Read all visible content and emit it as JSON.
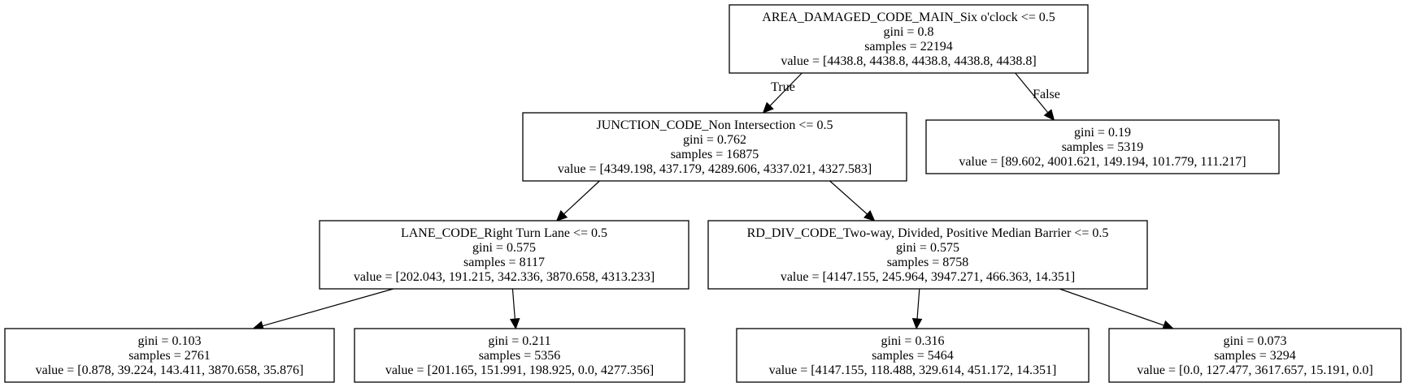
{
  "tree": {
    "nodes": [
      {
        "id": "root",
        "lines": [
          "AREA_DAMAGED_CODE_MAIN_Six o'clock <= 0.5",
          "gini = 0.8",
          "samples = 22194",
          "value = [4438.8, 4438.8, 4438.8, 4438.8, 4438.8]"
        ]
      },
      {
        "id": "junction",
        "lines": [
          "JUNCTION_CODE_Non Intersection <= 0.5",
          "gini = 0.762",
          "samples = 16875",
          "value = [4349.198, 437.179, 4289.606, 4337.021, 4327.583]"
        ]
      },
      {
        "id": "leaf-false",
        "lines": [
          "gini = 0.19",
          "samples = 5319",
          "value = [89.602, 4001.621, 149.194, 101.779, 111.217]"
        ]
      },
      {
        "id": "lane",
        "lines": [
          "LANE_CODE_Right Turn Lane <= 0.5",
          "gini = 0.575",
          "samples = 8117",
          "value = [202.043, 191.215, 342.336, 3870.658, 4313.233]"
        ]
      },
      {
        "id": "rddiv",
        "lines": [
          "RD_DIV_CODE_Two-way, Divided, Positive Median Barrier <= 0.5",
          "gini = 0.575",
          "samples = 8758",
          "value = [4147.155, 245.964, 3947.271, 466.363, 14.351]"
        ]
      },
      {
        "id": "leaf-1",
        "lines": [
          "gini = 0.103",
          "samples = 2761",
          "value = [0.878, 39.224, 143.411, 3870.658, 35.876]"
        ]
      },
      {
        "id": "leaf-2",
        "lines": [
          "gini = 0.211",
          "samples = 5356",
          "value = [201.165, 151.991, 198.925, 0.0, 4277.356]"
        ]
      },
      {
        "id": "leaf-3",
        "lines": [
          "gini = 0.316",
          "samples = 5464",
          "value = [4147.155, 118.488, 329.614, 451.172, 14.351]"
        ]
      },
      {
        "id": "leaf-4",
        "lines": [
          "gini = 0.073",
          "samples = 3294",
          "value = [0.0, 127.477, 3617.657, 15.191, 0.0]"
        ]
      }
    ],
    "edges": [
      {
        "from": "root",
        "to": "junction",
        "label": "True"
      },
      {
        "from": "root",
        "to": "leaf-false",
        "label": "False"
      },
      {
        "from": "junction",
        "to": "lane",
        "label": ""
      },
      {
        "from": "junction",
        "to": "rddiv",
        "label": ""
      },
      {
        "from": "lane",
        "to": "leaf-1",
        "label": ""
      },
      {
        "from": "lane",
        "to": "leaf-2",
        "label": ""
      },
      {
        "from": "rddiv",
        "to": "leaf-3",
        "label": ""
      },
      {
        "from": "rddiv",
        "to": "leaf-4",
        "label": ""
      }
    ]
  }
}
